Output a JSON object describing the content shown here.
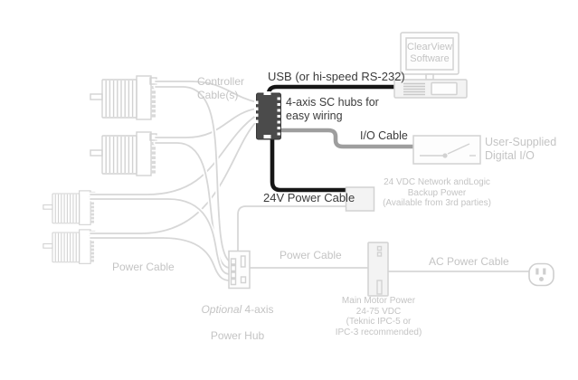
{
  "labels": {
    "usb": "USB (or hi-speed RS-232)",
    "sc_hub": "4-axis SC hubs for\neasy wiring",
    "io_cable": "I/O Cable",
    "v24": "24V Power Cable",
    "clearview": "ClearView\nSoftware",
    "controller": "Controller\nCable(s)",
    "user_supplied": "User-Supplied\nDigital I/O",
    "backup": "24 VDC Network andLogic\nBackup Power\n(Available from 3rd parties)",
    "power_cable_left": "Power Cable",
    "power_cable_mid": "Power Cable",
    "ac": "AC Power Cable",
    "power_hub": {
      "word1": "Optional",
      "word2": " 4-axis",
      "line2": "Power Hub"
    },
    "main_power": "Main Motor Power\n24-75 VDC\n(Teknic IPC-5 or\nIPC-3 recommended)"
  },
  "colors": {
    "cable_black": "#161616",
    "cable_gray": "#9e9e9e",
    "line_light": "#d7d7d7",
    "text_dark": "#3b3b3b",
    "text_light": "#c4c4c4",
    "hub_dark": "#4b4b4b",
    "box_fill": "#f3f3f3",
    "background": "#ffffff"
  },
  "icons": {
    "motor": "servo-motor-icon",
    "computer": "desktop-computer-icon",
    "sc_hub": "sc-hub-icon",
    "io_switch": "digital-io-switch-icon",
    "backup_box": "backup-power-box-icon",
    "power_hub": "power-hub-icon",
    "power_supply": "power-supply-icon",
    "outlet": "ac-outlet-icon"
  }
}
